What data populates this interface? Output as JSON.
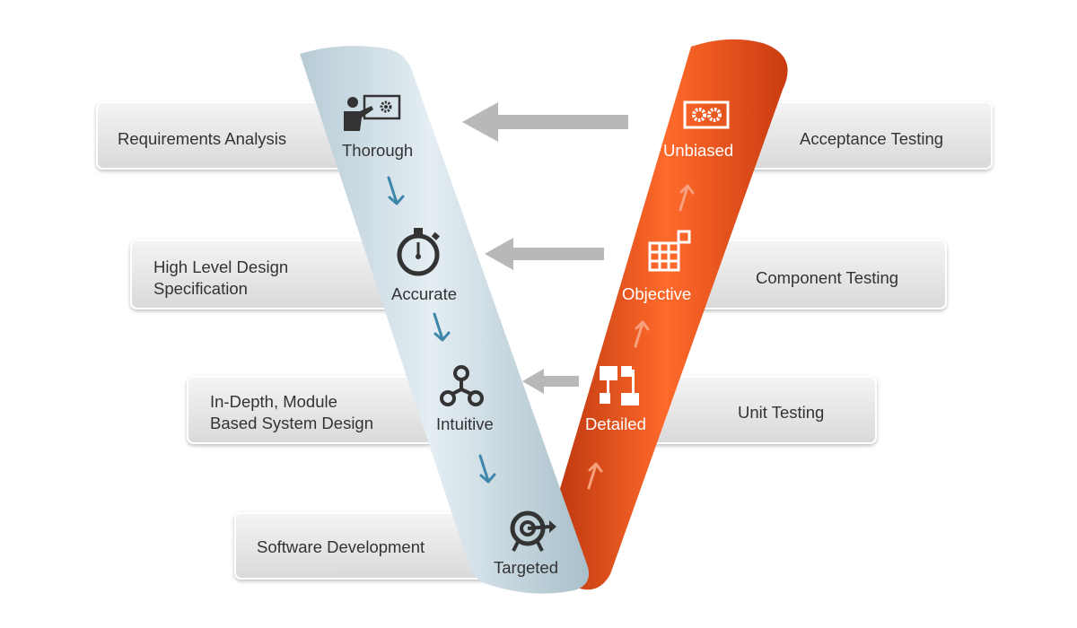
{
  "left_phases": [
    {
      "lines": [
        "Requirements Analysis"
      ]
    },
    {
      "lines": [
        "High Level Design",
        "Specification"
      ]
    },
    {
      "lines": [
        "In-Depth, Module",
        "Based System Design"
      ]
    },
    {
      "lines": [
        "Software Development"
      ]
    }
  ],
  "right_phases": [
    {
      "lines": [
        "Acceptance Testing"
      ]
    },
    {
      "lines": [
        "Component Testing"
      ]
    },
    {
      "lines": [
        "Unit Testing"
      ]
    }
  ],
  "left_qualities": [
    {
      "label": "Thorough",
      "icon": "presenter-board-icon"
    },
    {
      "label": "Accurate",
      "icon": "stopwatch-icon"
    },
    {
      "label": "Intuitive",
      "icon": "network-nodes-icon"
    },
    {
      "label": "Targeted",
      "icon": "target-icon"
    }
  ],
  "right_qualities": [
    {
      "label": "Unbiased",
      "icon": "gears-box-icon"
    },
    {
      "label": "Objective",
      "icon": "grid-blocks-icon"
    },
    {
      "label": "Detailed",
      "icon": "flowchart-icon"
    }
  ],
  "colors": {
    "left_arm": "#c9dbe4",
    "right_arm": "#f0531c",
    "box": "#e4e4e4",
    "text": "#333333",
    "down_arrow": "#3e86ab",
    "up_arrow": "#f7a07d",
    "back_arrow": "#b8b8b8"
  }
}
